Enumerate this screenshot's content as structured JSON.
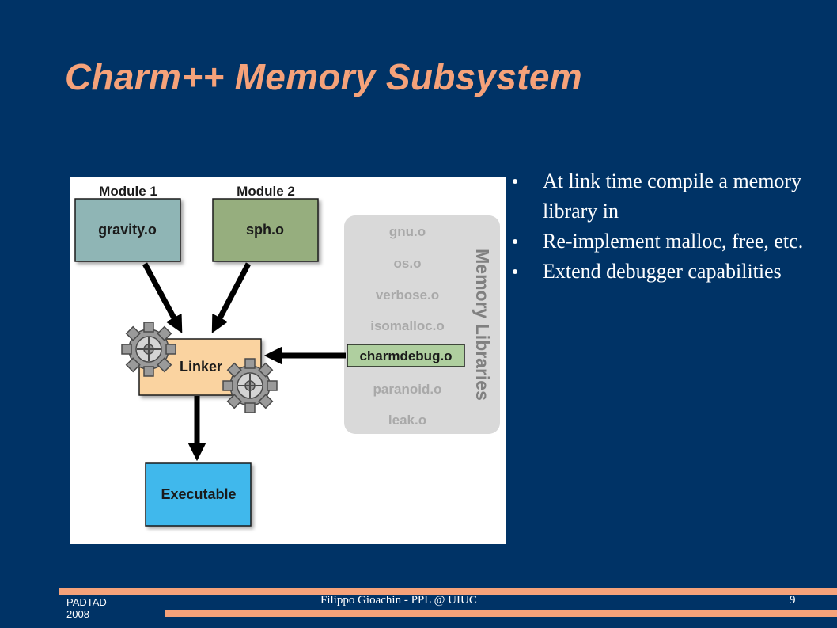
{
  "slide": {
    "title": "Charm++ Memory Subsystem",
    "bullets": [
      "At link time compile a memory library in",
      "Re-implement malloc, free, etc.",
      "Extend debugger capabilities"
    ]
  },
  "diagram": {
    "module1_label": "Module 1",
    "module2_label": "Module 2",
    "module1_file": "gravity.o",
    "module2_file": "sph.o",
    "linker_label": "Linker",
    "executable_label": "Executable",
    "libraries_title": "Memory Libraries",
    "libraries": [
      "gnu.o",
      "os.o",
      "verbose.o",
      "isomalloc.o",
      "charmdebug.o",
      "paranoid.o",
      "leak.o"
    ],
    "selected_library": "charmdebug.o",
    "colors": {
      "module1_box": "#8FB5B5",
      "module2_box": "#96AE7E",
      "linker_box": "#FAD3A0",
      "executable_box": "#3FB8EC",
      "selected_library_box": "#AFCF9F",
      "library_panel": "#D9D9D9"
    }
  },
  "footer": {
    "left_line1": "PADTAD",
    "left_line2": "2008",
    "center": "Filippo Gioachin - PPL @ UIUC",
    "page_number": "9"
  },
  "theme": {
    "background": "#003366",
    "title_color": "#F5A27A",
    "accent_bar": "#F5A27A"
  }
}
